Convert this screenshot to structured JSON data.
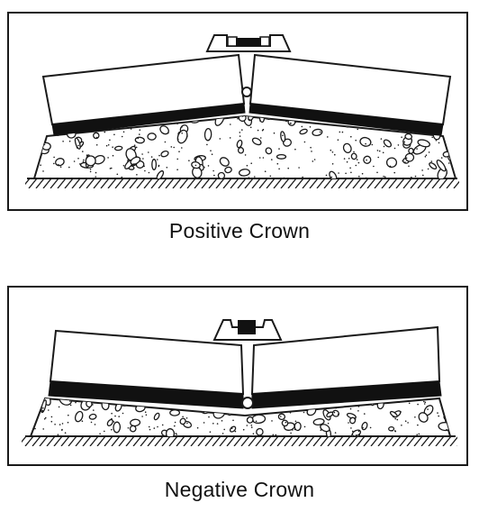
{
  "figures": [
    {
      "id": "positive",
      "caption": "Positive Crown"
    },
    {
      "id": "negative",
      "caption": "Negative Crown"
    }
  ],
  "colors": {
    "ink": "#1a1a1a",
    "fill": "#ffffff",
    "stripe": "#111111"
  }
}
